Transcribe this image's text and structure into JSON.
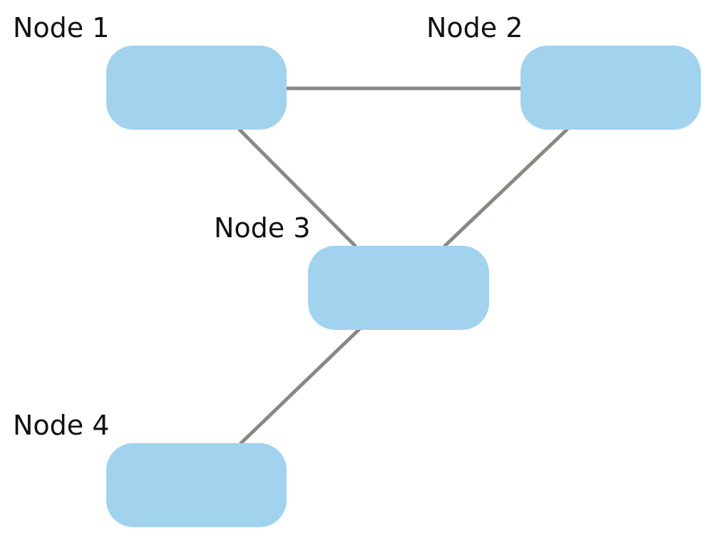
{
  "colors": {
    "background": "#ffffff",
    "node_fill": "#a1d3ef",
    "edge": "#8a8883",
    "label": "#111111"
  },
  "nodes": [
    {
      "id": "node-1",
      "label": "Node 1"
    },
    {
      "id": "node-2",
      "label": "Node 2"
    },
    {
      "id": "node-3",
      "label": "Node 3"
    },
    {
      "id": "node-4",
      "label": "Node 4"
    }
  ],
  "edges": [
    {
      "from": "node-1",
      "to": "node-2"
    },
    {
      "from": "node-1",
      "to": "node-3"
    },
    {
      "from": "node-2",
      "to": "node-3"
    },
    {
      "from": "node-3",
      "to": "node-4"
    }
  ]
}
